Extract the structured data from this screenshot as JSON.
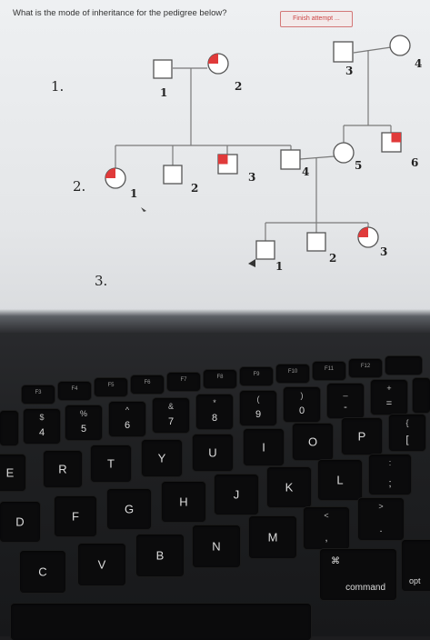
{
  "question_text": "What is the mode of inheritance for the pedigree below?",
  "finish_button_label": "Finish attempt ...",
  "generation_labels": [
    "1.",
    "2.",
    "3."
  ],
  "individual_numbers": {
    "gen1_left": "1",
    "gen1_right": "2",
    "gen1b_left": "3",
    "gen1b_right": "4",
    "gen2_1": "1",
    "gen2_2": "2",
    "gen2_3": "3",
    "gen2_4": "4",
    "gen2_5": "5",
    "gen2_6": "6",
    "gen3_1": "1",
    "gen3_2": "2",
    "gen3_3": "3"
  },
  "affected_color": "#e03a3a",
  "keyboard": {
    "fn_row": [
      "F3",
      "F4",
      "F5",
      "F6",
      "F7",
      "F8",
      "F9",
      "F10",
      "F11",
      "F12"
    ],
    "number_row": [
      {
        "top": "$",
        "bot": "4"
      },
      {
        "top": "%",
        "bot": "5"
      },
      {
        "top": "^",
        "bot": "6"
      },
      {
        "top": "&",
        "bot": "7"
      },
      {
        "top": "*",
        "bot": "8"
      },
      {
        "top": "(",
        "bot": "9"
      },
      {
        "top": ")",
        "bot": "0"
      },
      {
        "top": "_",
        "bot": "-"
      },
      {
        "top": "+",
        "bot": "="
      }
    ],
    "top_row": [
      "E",
      "R",
      "T",
      "Y",
      "U",
      "I",
      "O",
      "P"
    ],
    "top_row_end": {
      "top": "{",
      "bot": "["
    },
    "home_row": [
      "D",
      "F",
      "G",
      "H",
      "J",
      "K",
      "L"
    ],
    "home_row_end": {
      "top": ":",
      "bot": ";"
    },
    "bottom_row": [
      "C",
      "V",
      "B",
      "N",
      "M"
    ],
    "bottom_row_end": [
      {
        "top": "<",
        "bot": ","
      },
      {
        "top": ">",
        "bot": "."
      }
    ],
    "command_symbol": "⌘",
    "command_label": "command",
    "option_label": "opt"
  }
}
